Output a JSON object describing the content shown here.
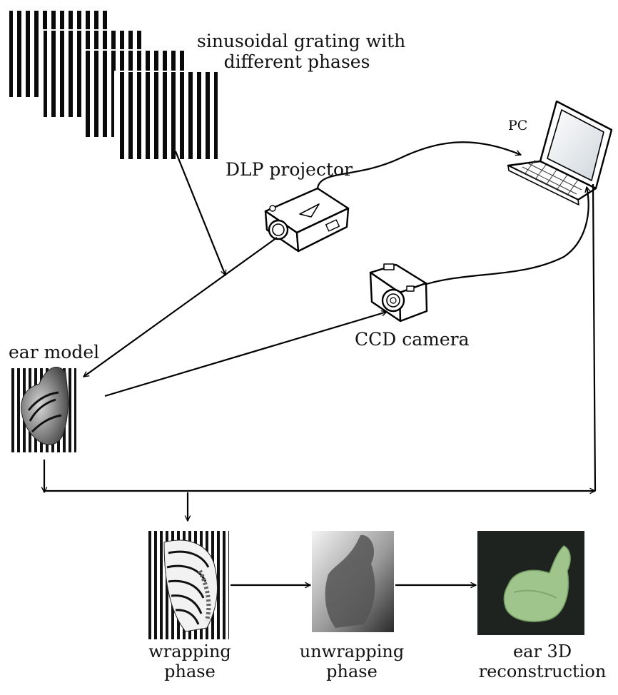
{
  "labels": {
    "grating_line1": "sinusoidal grating with",
    "grating_line2": "different phases",
    "projector": "DLP projector",
    "pc": "PC",
    "camera": "CCD camera",
    "ear_model": "ear model",
    "wrapping_line1": "wrapping",
    "wrapping_line2": "phase",
    "unwrapping_line1": "unwrapping",
    "unwrapping_line2": "phase",
    "reconstruction_line1": "ear 3D",
    "reconstruction_line2": "reconstruction"
  },
  "colors": {
    "line": "#000000",
    "reconstruction_bg": "#1f2320",
    "ear_green": "#9fc48c"
  }
}
